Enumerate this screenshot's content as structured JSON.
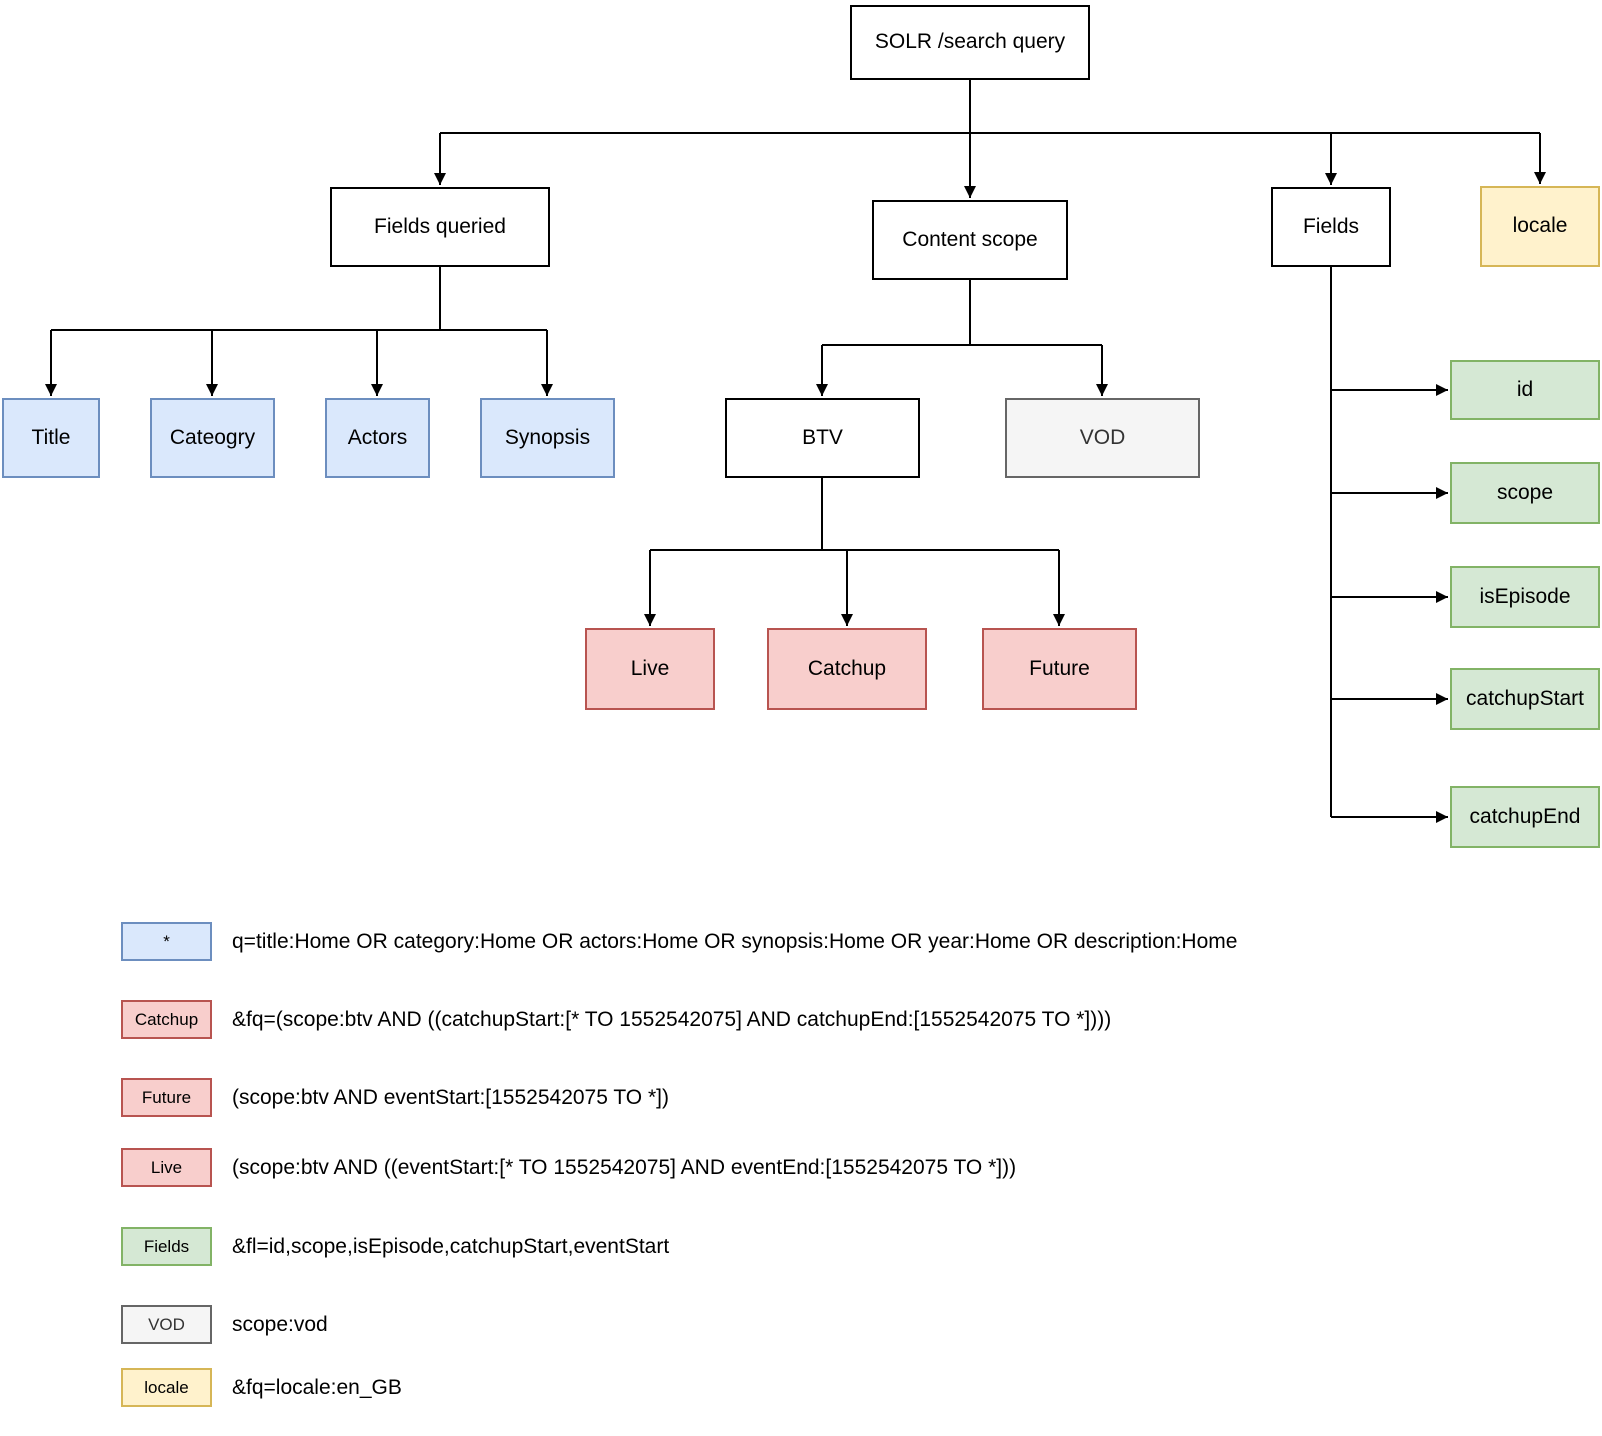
{
  "diagram_title": "SOLR /search query",
  "colors": {
    "blue_fill": "#dae8fc",
    "blue_border": "#6c8ebf",
    "red_fill": "#f8cecc",
    "red_border": "#b85450",
    "green_fill": "#d5e8d4",
    "green_border": "#82b366",
    "yellow_fill": "#fff2cc",
    "yellow_border": "#d6b656",
    "gray_fill": "#f5f5f5",
    "gray_border": "#666666",
    "line": "#000000"
  },
  "nodes": {
    "solr": {
      "label": "SOLR /search query"
    },
    "fields_queried": {
      "label": "Fields queried"
    },
    "content_scope": {
      "label": "Content scope"
    },
    "fields": {
      "label": "Fields"
    },
    "locale": {
      "label": "locale"
    },
    "title": {
      "label": "Title"
    },
    "cateogry": {
      "label": "Cateogry"
    },
    "actors": {
      "label": "Actors"
    },
    "synopsis": {
      "label": "Synopsis"
    },
    "btv": {
      "label": "BTV"
    },
    "vod": {
      "label": "VOD"
    },
    "live": {
      "label": "Live"
    },
    "catchup": {
      "label": "Catchup"
    },
    "future": {
      "label": "Future"
    },
    "id": {
      "label": "id"
    },
    "scope": {
      "label": "scope"
    },
    "isEpisode": {
      "label": "isEpisode"
    },
    "catchupStart": {
      "label": "catchupStart"
    },
    "catchupEnd": {
      "label": "catchupEnd"
    }
  },
  "legend": [
    {
      "key": "*",
      "style": "blue",
      "text": "q=title:Home OR category:Home OR actors:Home OR synopsis:Home OR year:Home OR description:Home"
    },
    {
      "key": "Catchup",
      "style": "red",
      "text": "&fq=(scope:btv AND ((catchupStart:[* TO 1552542075] AND catchupEnd:[1552542075 TO *])))"
    },
    {
      "key": "Future",
      "style": "red",
      "text": "(scope:btv AND eventStart:[1552542075 TO *])"
    },
    {
      "key": "Live",
      "style": "red",
      "text": "(scope:btv AND ((eventStart:[* TO 1552542075] AND eventEnd:[1552542075 TO *]))"
    },
    {
      "key": "Fields",
      "style": "green",
      "text": "&fl=id,scope,isEpisode,catchupStart,eventStart"
    },
    {
      "key": "VOD",
      "style": "gray",
      "text": "scope:vod"
    },
    {
      "key": "locale",
      "style": "yellow",
      "text": "&fq=locale:en_GB"
    }
  ]
}
